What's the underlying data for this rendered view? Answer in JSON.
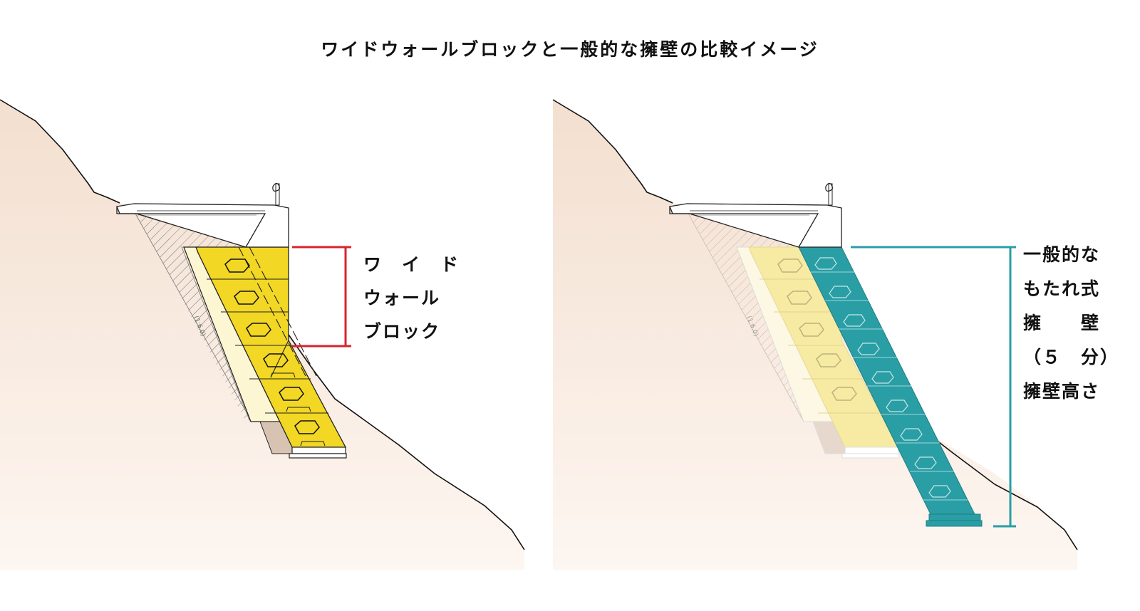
{
  "title": "ワイドウォールブロックと一般的な擁壁の比較イメージ",
  "left_panel": {
    "label_lines": [
      "ワ　イ　ド",
      "ウォール",
      "ブロック"
    ],
    "slope_label": "(1:6.0)"
  },
  "right_panel": {
    "label_lines": [
      "一般的な",
      "もたれ式",
      "擁　　壁",
      "（５　分）",
      "擁壁高さ"
    ],
    "slope_label": "(1:6.0)"
  },
  "colors": {
    "ground_top": "#f3dfcf",
    "ground_bottom": "#fdf6f1",
    "wide_wall_block": "#f2d724",
    "wide_wall_bracket": "#d8232f",
    "leaning_wall": "#2a9ea5",
    "height_bracket": "#2a9ea5"
  },
  "icons": {
    "guardrail": "guardrail-post-icon"
  }
}
